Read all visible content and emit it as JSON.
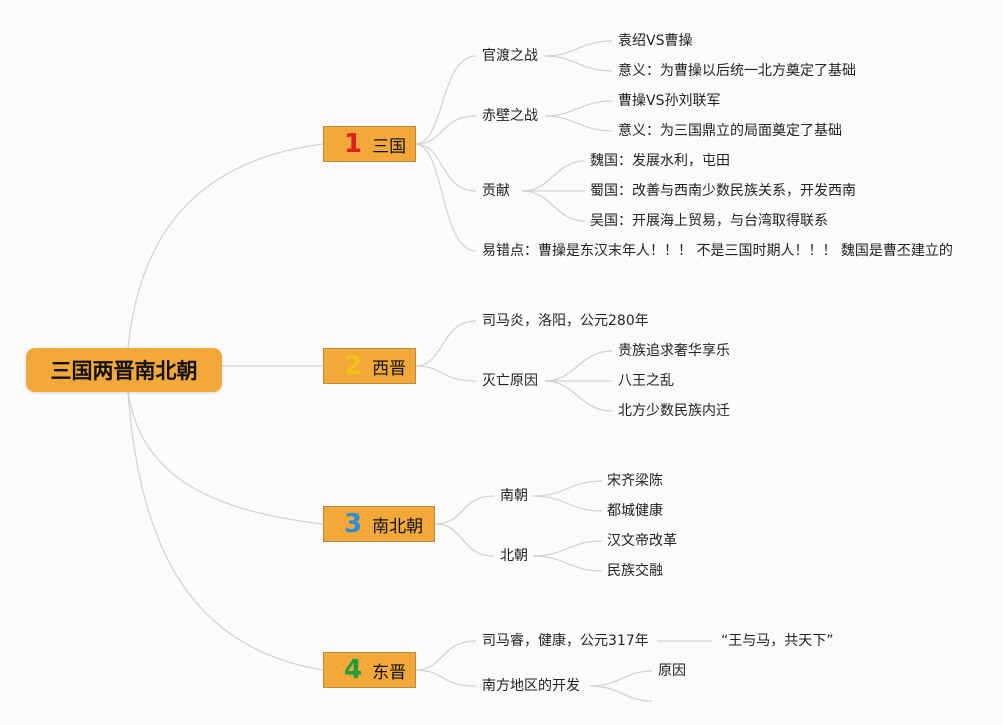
{
  "root": {
    "title": "三国两晋南北朝"
  },
  "branches": [
    {
      "num": "1",
      "num_color": "#e02020",
      "label": "三国",
      "subs": [
        {
          "label": "官渡之战",
          "items": [
            "袁绍VS曹操",
            "意义：为曹操以后统一北方奠定了基础"
          ]
        },
        {
          "label": "赤壁之战",
          "items": [
            "曹操VS孙刘联军",
            "意义：为三国鼎立的局面奠定了基础"
          ]
        },
        {
          "label": "贡献",
          "items": [
            "魏国：发展水利，屯田",
            "蜀国：改善与西南少数民族关系，开发西南",
            "吴国：开展海上贸易，与台湾取得联系"
          ]
        },
        {
          "label": "易错点：曹操是东汉末年人！！！ 不是三国时期人！！！ 魏国是曹丕建立的"
        }
      ]
    },
    {
      "num": "2",
      "num_color": "#f2c21b",
      "label": "西晋",
      "subs": [
        {
          "label": "司马炎，洛阳，公元280年"
        },
        {
          "label": "灭亡原因",
          "items": [
            "贵族追求奢华享乐",
            "八王之乱",
            "北方少数民族内迁"
          ]
        }
      ]
    },
    {
      "num": "3",
      "num_color": "#2c8fd6",
      "label": "南北朝",
      "subs": [
        {
          "label": "南朝",
          "items": [
            "宋齐梁陈",
            "都城健康"
          ]
        },
        {
          "label": "北朝",
          "items": [
            "汉文帝改革",
            "民族交融"
          ]
        }
      ]
    },
    {
      "num": "4",
      "num_color": "#1f9e3a",
      "label": "东晋",
      "subs": [
        {
          "label": "司马睿，健康，公元317年",
          "items": [
            "“王与马，共天下”"
          ]
        },
        {
          "label": "南方地区的开发",
          "items": [
            "原因"
          ]
        }
      ]
    }
  ]
}
